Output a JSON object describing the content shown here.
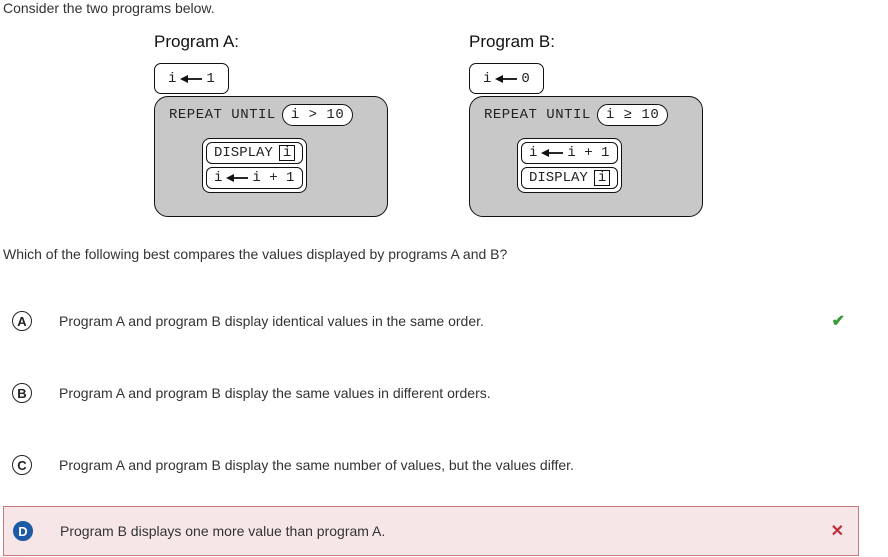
{
  "intro": "Consider the two programs below.",
  "program_a": {
    "title": "Program A:",
    "init_var": "i",
    "init_val": "1",
    "loop_kw": "REPEAT UNTIL",
    "cond": "i > 10",
    "stmt1_kw": "DISPLAY",
    "stmt1_var": "i",
    "stmt2": "i",
    "stmt2_expr": "i + 1"
  },
  "program_b": {
    "title": "Program B:",
    "init_var": "i",
    "init_val": "0",
    "loop_kw": "REPEAT UNTIL",
    "cond": "i ≥ 10",
    "stmt1": "i",
    "stmt1_expr": "i + 1",
    "stmt2_kw": "DISPLAY",
    "stmt2_var": "i"
  },
  "question": "Which of the following best compares the values displayed by programs A and B?",
  "options": [
    {
      "letter": "A",
      "text": "Program A and program B display identical values in the same order.",
      "mark": "✔"
    },
    {
      "letter": "B",
      "text": "Program A and program B display the same values in different orders.",
      "mark": ""
    },
    {
      "letter": "C",
      "text": "Program A and program B display the same number of values, but the values differ.",
      "mark": ""
    },
    {
      "letter": "D",
      "text": "Program B displays one more value than program A.",
      "mark": "✕"
    }
  ],
  "colors": {
    "loop_bg": "#c8c8c8",
    "selected": "#1f5aa6",
    "correct": "#3a9a3a",
    "wrong": "#c0303a",
    "wrong_bg": "#f6e6e7"
  }
}
